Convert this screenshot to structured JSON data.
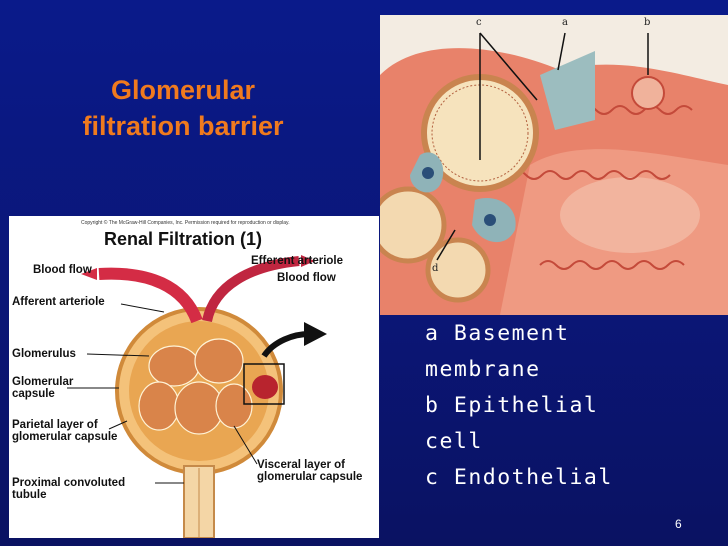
{
  "slide": {
    "title_lines": [
      "Glomerular",
      "filtration barrier"
    ],
    "page_number": "6"
  },
  "micrograph": {
    "labels": [
      "c",
      "a",
      "b",
      "d"
    ]
  },
  "figure": {
    "copyright": "Copyright © The McGraw-Hill Companies, Inc. Permission required for reproduction or display.",
    "title": "Renal Filtration (1)",
    "labels": {
      "blood_flow_left": "Blood flow",
      "efferent_arteriole": "Efferent arteriole",
      "blood_flow_right": "Blood flow",
      "afferent_arteriole": "Afferent arteriole",
      "glomerulus": "Glomerulus",
      "glomerular_capsule_1": "Glomerular",
      "glomerular_capsule_2": "capsule",
      "parietal_1": "Parietal layer of",
      "parietal_2": "glomerular capsule",
      "visceral_1": "Visceral layer of",
      "visceral_2": "glomerular capsule",
      "proximal_1": "Proximal convoluted",
      "proximal_2": "tubule"
    }
  },
  "legend": {
    "lines": [
      "a Basement",
      "membrane",
      "b Epithelial",
      "cell",
      "c Endothelial"
    ]
  },
  "colors": {
    "background": "#0b1677",
    "title": "#f07a1e",
    "legend_text": "#ffffff"
  }
}
